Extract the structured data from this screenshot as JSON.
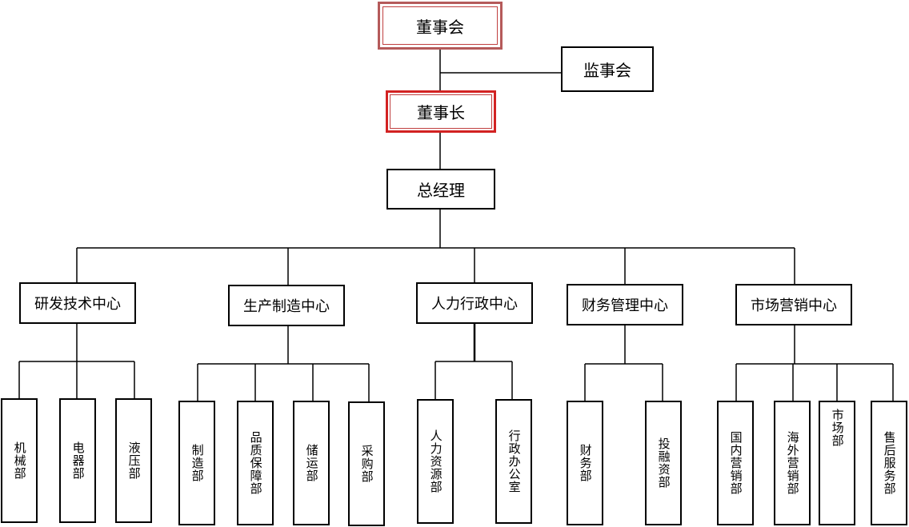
{
  "board": "董事会",
  "supervisors": "监事会",
  "chairman": "董事长",
  "gm": "总经理",
  "centers": [
    {
      "name": "研发技术中心",
      "depts": [
        "机械部",
        "电器部",
        "液压部"
      ]
    },
    {
      "name": "生产制造中心",
      "depts": [
        "制造部",
        "品质保障部",
        "储运部",
        "采购部"
      ]
    },
    {
      "name": "人力行政中心",
      "depts": [
        "人力资源部",
        "行政办公室"
      ]
    },
    {
      "name": "财务管理中心",
      "depts": [
        "财务部",
        "投融资部"
      ]
    },
    {
      "name": "市场营销中心",
      "depts": [
        "国内营销部",
        "海外营销部",
        "市场部",
        "售后服务部"
      ]
    }
  ]
}
